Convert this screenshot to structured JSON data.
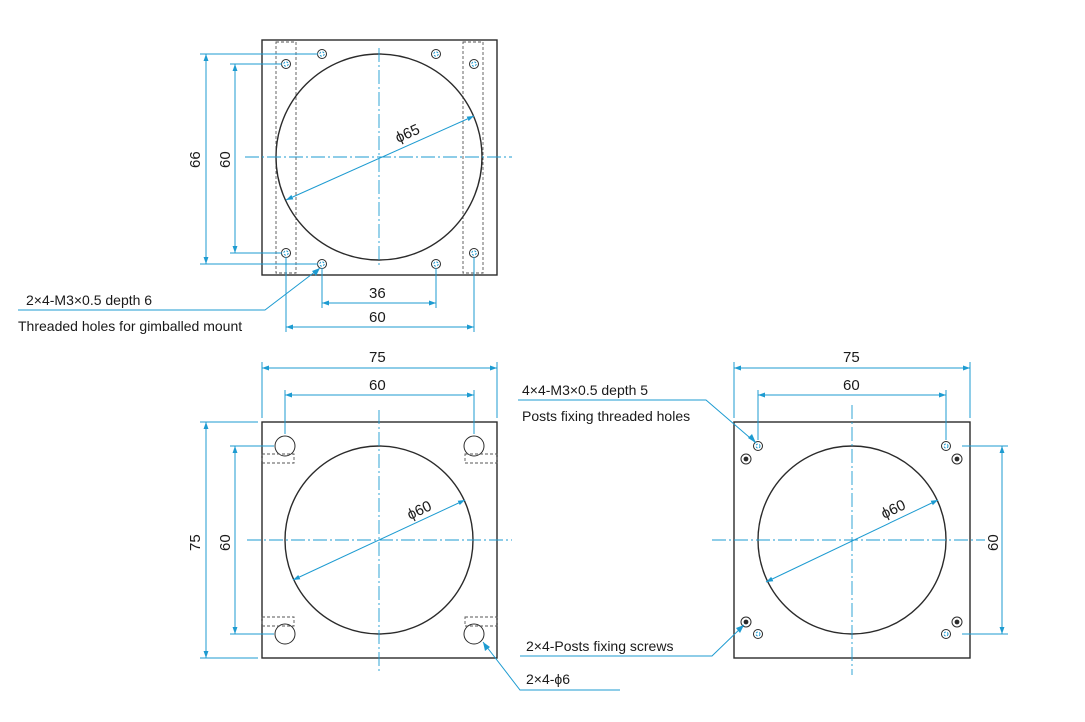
{
  "colors": {
    "outline": "#2b2b2b",
    "dimension": "#1d9bd1",
    "text": "#1a1a1a"
  },
  "top_view": {
    "dia_label": "ϕ65",
    "dim_66": "66",
    "dim_60_vertical": "60",
    "dim_36": "36",
    "dim_60_horizontal": "60",
    "note_line1": "2×4-M3×0.5  depth 6",
    "note_line2": "Threaded holes for gimballed mount"
  },
  "front_view": {
    "dim_75_horizontal": "75",
    "dim_60_horizontal": "60",
    "dim_75_vertical": "75",
    "dim_60_vertical": "60",
    "dia_label": "ϕ60",
    "note_holes": "2×4-ϕ6"
  },
  "rear_view": {
    "dim_75_horizontal": "75",
    "dim_60_horizontal": "60",
    "dim_60_vertical": "60",
    "dia_label": "ϕ60",
    "note_posts_line1": "4×4-M3×0.5 depth 5",
    "note_posts_line2": "Posts fixing threaded holes",
    "note_screws": "2×4-Posts fixing screws"
  }
}
